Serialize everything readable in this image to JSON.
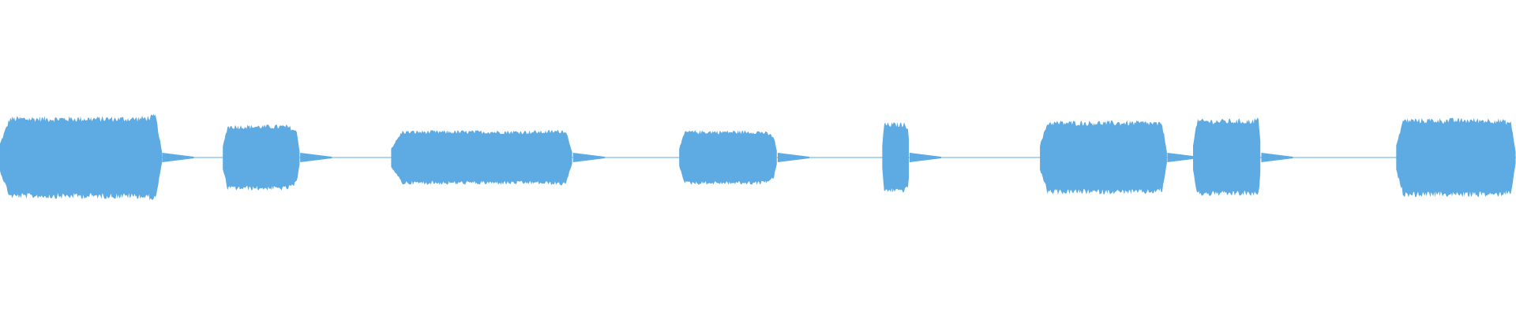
{
  "waveform": {
    "color": "#5DABE2",
    "background": "#FFFFFF",
    "segments": [
      {
        "name": "segment-1",
        "start": 0.0,
        "end": 0.107,
        "amplitude": 0.94,
        "peak_end": 1.06
      },
      {
        "name": "segment-2",
        "start": 0.147,
        "end": 0.198,
        "amplitude": 0.75,
        "peak_end": 0.8
      },
      {
        "name": "segment-3",
        "start": 0.258,
        "end": 0.378,
        "amplitude": 0.62,
        "peak_end": 1.05
      },
      {
        "name": "segment-4",
        "start": 0.448,
        "end": 0.513,
        "amplitude": 0.62,
        "peak_end": 0.8
      },
      {
        "name": "segment-5",
        "start": 0.582,
        "end": 0.6,
        "amplitude": 0.8,
        "peak_end": 0.85
      },
      {
        "name": "segment-6",
        "start": 0.686,
        "end": 0.77,
        "amplitude": 0.84,
        "peak_end": 0.95
      },
      {
        "name": "segment-7",
        "start": 0.787,
        "end": 0.832,
        "amplitude": 0.88,
        "peak_end": 1.05
      },
      {
        "name": "segment-8",
        "start": 0.921,
        "end": 1.0,
        "amplitude": 0.9,
        "peak_end": 0.92
      }
    ]
  }
}
